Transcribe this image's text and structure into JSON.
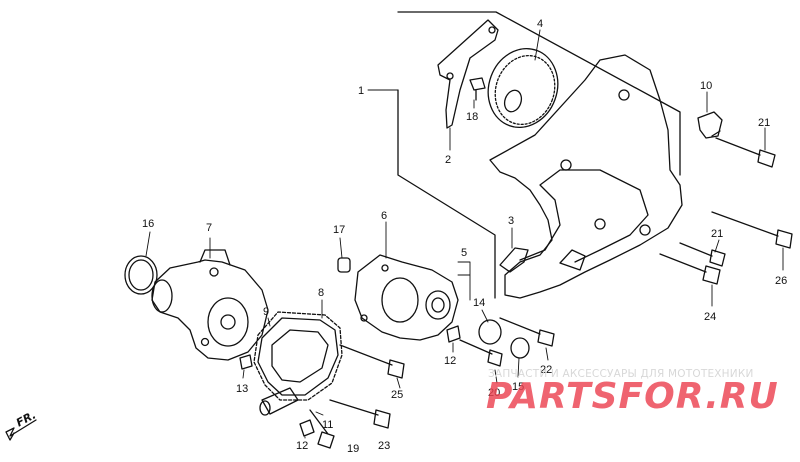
{
  "diagram": {
    "callouts": [
      {
        "id": "c1",
        "text": "1"
      },
      {
        "id": "c2",
        "text": "2"
      },
      {
        "id": "c3",
        "text": "3"
      },
      {
        "id": "c4",
        "text": "4"
      },
      {
        "id": "c5",
        "text": "5"
      },
      {
        "id": "c6",
        "text": "6"
      },
      {
        "id": "c7",
        "text": "7"
      },
      {
        "id": "c8",
        "text": "8"
      },
      {
        "id": "c9",
        "text": "9"
      },
      {
        "id": "c10",
        "text": "10"
      },
      {
        "id": "c11",
        "text": "11"
      },
      {
        "id": "c12a",
        "text": "12"
      },
      {
        "id": "c12b",
        "text": "12"
      },
      {
        "id": "c13",
        "text": "13"
      },
      {
        "id": "c14",
        "text": "14"
      },
      {
        "id": "c15",
        "text": "15"
      },
      {
        "id": "c16",
        "text": "16"
      },
      {
        "id": "c17",
        "text": "17"
      },
      {
        "id": "c18",
        "text": "18"
      },
      {
        "id": "c19",
        "text": "19"
      },
      {
        "id": "c20",
        "text": "20"
      },
      {
        "id": "c21a",
        "text": "21"
      },
      {
        "id": "c21b",
        "text": "21"
      },
      {
        "id": "c22",
        "text": "22"
      },
      {
        "id": "c23",
        "text": "23"
      },
      {
        "id": "c24",
        "text": "24"
      },
      {
        "id": "c25",
        "text": "25"
      },
      {
        "id": "c26",
        "text": "26"
      }
    ],
    "direction_label": "FR.",
    "watermark_caption": "ЗАПЧАСТИ И АКСЕССУАРЫ ДЛЯ МОТОТЕХНИКИ",
    "watermark_logo": "PARTSFOR.RU"
  },
  "colors": {
    "line": "#111111",
    "watermark_logo": "#eb4250",
    "watermark_caption": "#d8d8d8"
  }
}
